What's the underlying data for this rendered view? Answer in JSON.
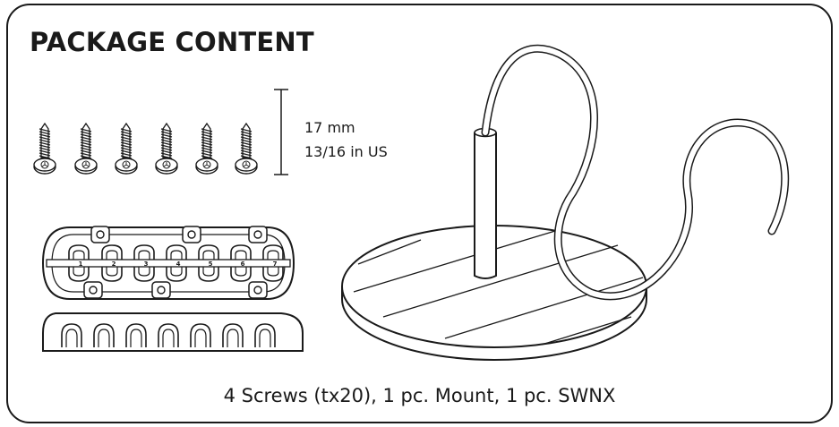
{
  "title": "PACKAGE CONTENT",
  "screw_dimensions": {
    "metric": "17 mm",
    "imperial": "13/16 in US"
  },
  "screws": {
    "count_shown": 6
  },
  "cable_holder": {
    "slot_numbers": [
      "1",
      "2",
      "3",
      "4",
      "5",
      "6",
      "7"
    ]
  },
  "caption": "4 Screws (tx20), 1 pc. Mount, 1 pc. SWNX",
  "colors": {
    "ink": "#1a1a1a",
    "background": "#ffffff"
  }
}
